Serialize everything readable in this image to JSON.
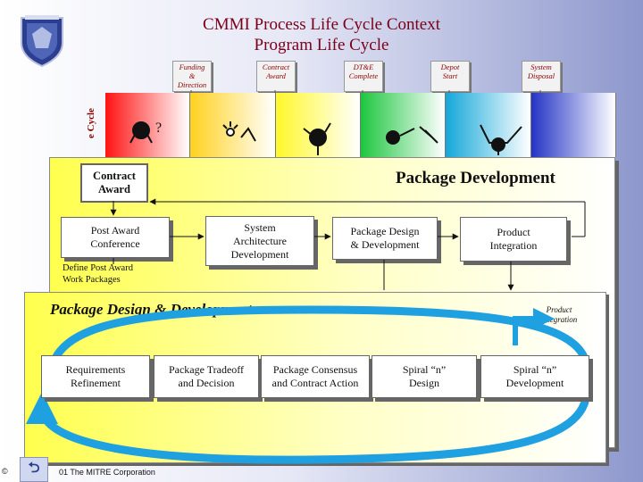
{
  "title": {
    "line1": "CMMI Process Life Cycle Context",
    "line2": "Program Life Cycle"
  },
  "milestones": [
    {
      "id": "funding",
      "line1": "Funding",
      "line2": "&",
      "line3": "Direction"
    },
    {
      "id": "contract-award",
      "line1": "Contract",
      "line2": "Award",
      "line3": ""
    },
    {
      "id": "dt-e-complete",
      "line1": "DT&E",
      "line2": "Complete",
      "line3": ""
    },
    {
      "id": "depot-start",
      "line1": "Depot",
      "line2": "Start",
      "line3": ""
    },
    {
      "id": "system-disposal",
      "line1": "System",
      "line2": "Disposal",
      "line3": ""
    }
  ],
  "lifecycle_label": "e Cycle",
  "strip_colors": [
    "#ff1212",
    "#ffd21f",
    "#fff82a",
    "#1dc63f",
    "#15a8d9",
    "#2434c4"
  ],
  "package_development": {
    "title": "Package Development",
    "contract_award": {
      "line1": "Contract",
      "line2": "Award"
    },
    "post_award_conference": {
      "line1": "Post Award",
      "line2": "Conference"
    },
    "system_architecture": {
      "line1": "System",
      "line2": "Architecture",
      "line3": "Development"
    },
    "package_design_dev": {
      "line1": "Package Design",
      "line2": "& Development"
    },
    "product_integration": {
      "line1": "Product",
      "line2": "Integration"
    },
    "define_packages": {
      "line1": "Define Post Award",
      "line2": "Work Packages"
    }
  },
  "package_design": {
    "title": "Package Design & Development",
    "product_integration": {
      "line1": "Product",
      "line2": "Integration"
    },
    "boxes": [
      {
        "line1": "Requirements",
        "line2": "Refinement"
      },
      {
        "line1": "Package Tradeoff",
        "line2": "and Decision"
      },
      {
        "line1": "Package Consensus",
        "line2": "and Contract Action"
      },
      {
        "line1": "Spiral “n”",
        "line2": "Design"
      },
      {
        "line1": "Spiral “n”",
        "line2": "Development"
      }
    ]
  },
  "footer": {
    "copyright_symbol": "©",
    "text": "01 The MITRE Corporation",
    "back_glyph": "⮌"
  }
}
